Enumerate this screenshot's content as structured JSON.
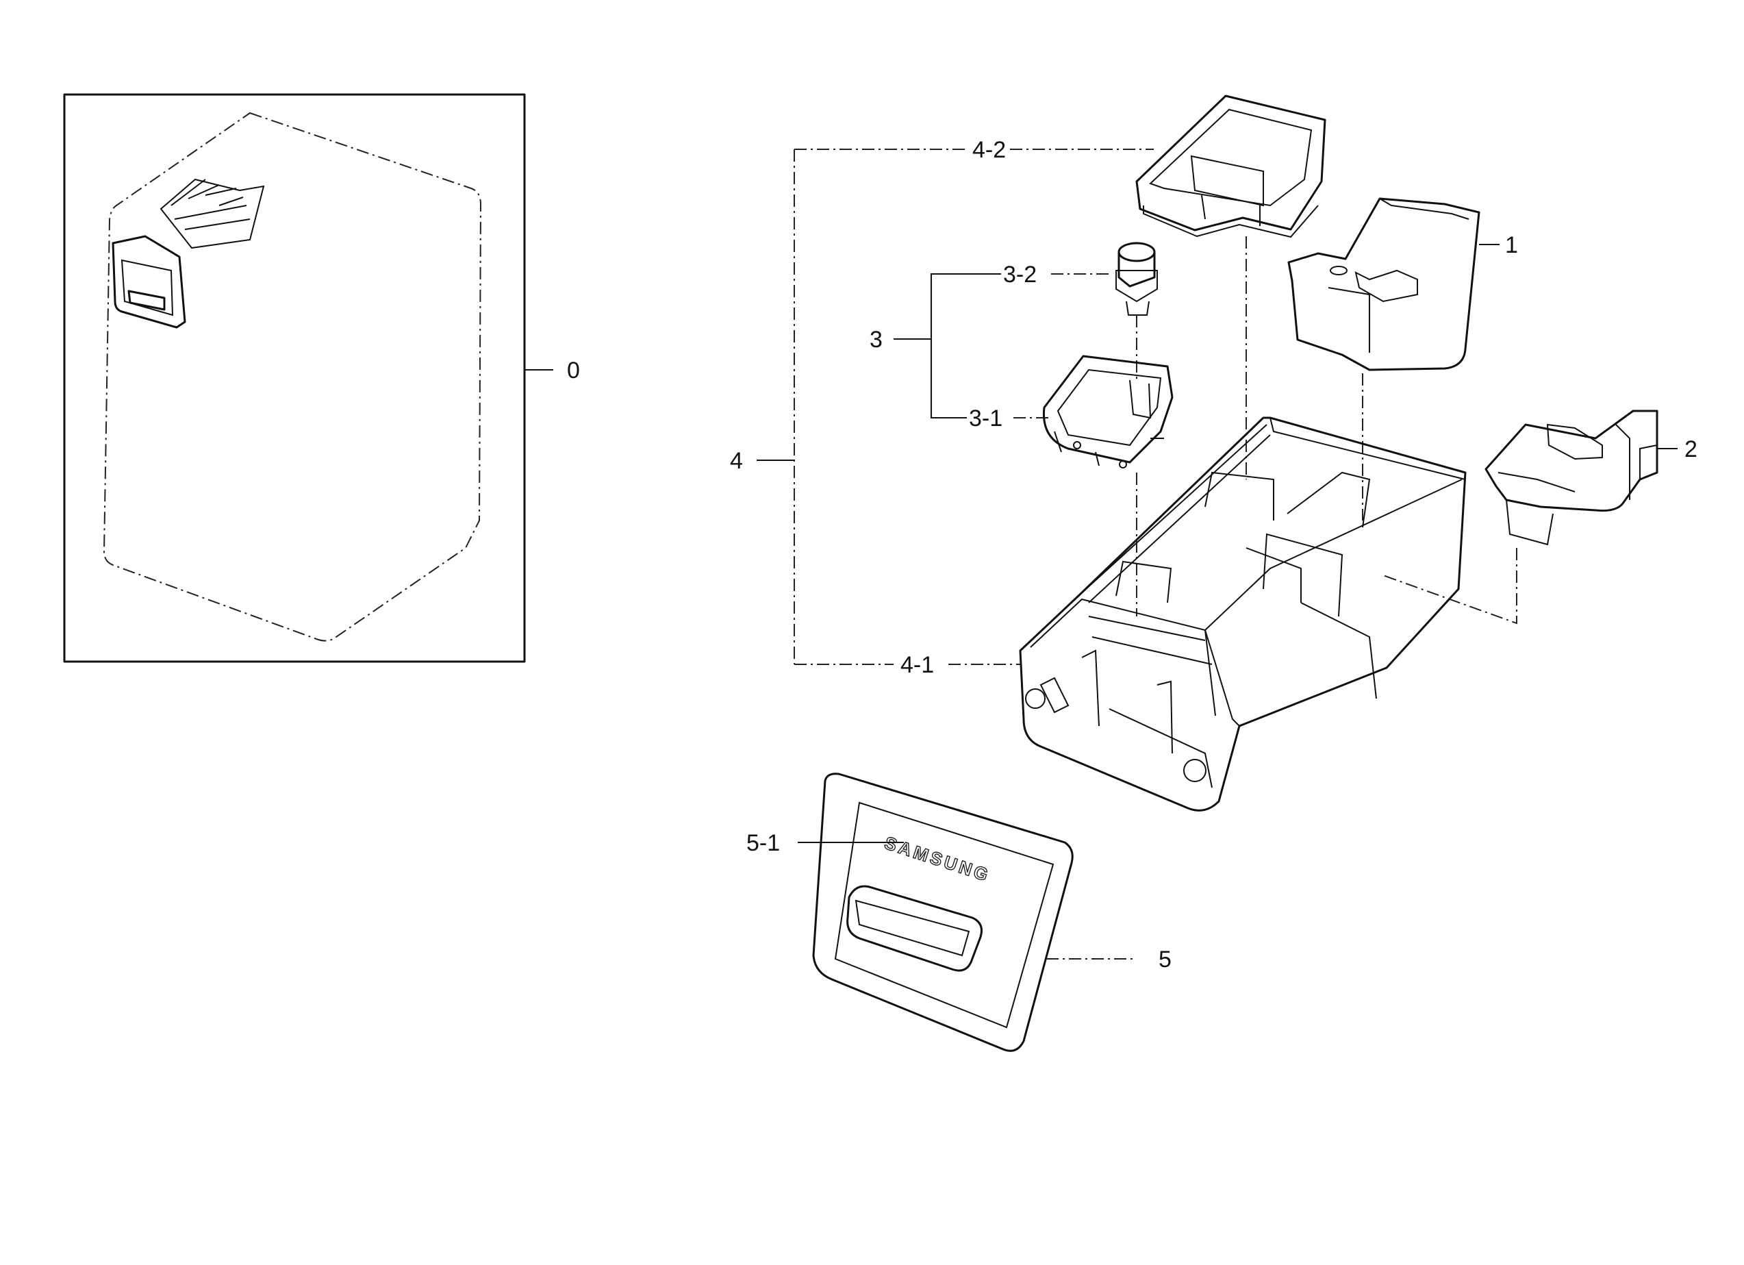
{
  "labels": {
    "l0": "0",
    "l1": "1",
    "l2": "2",
    "l3": "3",
    "l3_1": "3-1",
    "l3_2": "3-2",
    "l4": "4",
    "l4_1": "4-1",
    "l4_2": "4-2",
    "l5": "5",
    "l5_1": "5-1"
  },
  "brand_text": "SAMSUNG"
}
